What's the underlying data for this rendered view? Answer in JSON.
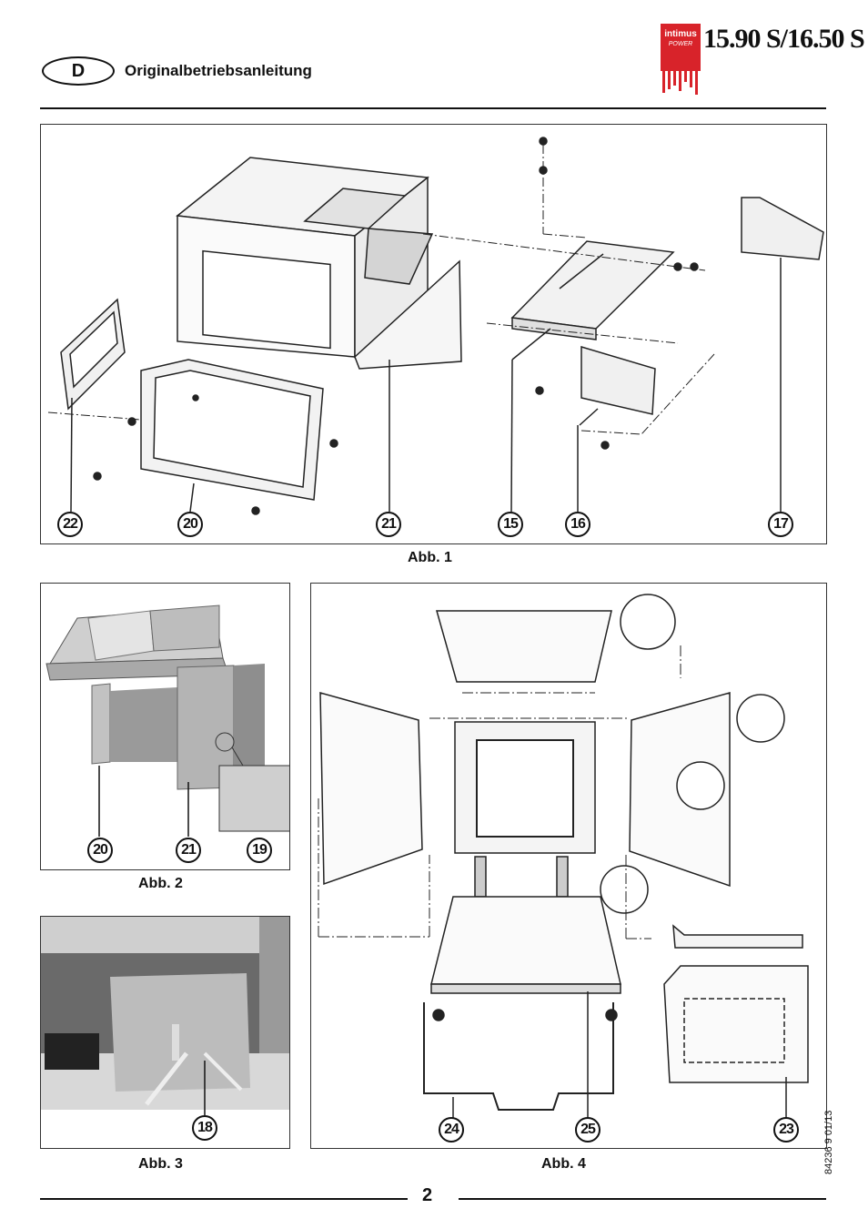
{
  "header": {
    "lang_badge": "D",
    "doc_title": "Originalbetriebsanleitung",
    "brand": "intimus",
    "brand_sub": "POWER",
    "model": "15.90 S/16.50 S"
  },
  "figures": {
    "abb1": {
      "caption": "Abb. 1",
      "callouts": [
        "22",
        "20",
        "21",
        "15",
        "16",
        "17"
      ]
    },
    "abb2": {
      "caption": "Abb. 2",
      "callouts": [
        "20",
        "21",
        "19"
      ]
    },
    "abb3": {
      "caption": "Abb. 3",
      "callouts": [
        "18"
      ]
    },
    "abb4": {
      "caption": "Abb. 4",
      "callouts": [
        "24",
        "25",
        "23"
      ]
    }
  },
  "footer": {
    "doc_number": "84236 9 01/13",
    "page_number": "2"
  },
  "colors": {
    "brand_red": "#d8232a",
    "ink": "#111111"
  }
}
